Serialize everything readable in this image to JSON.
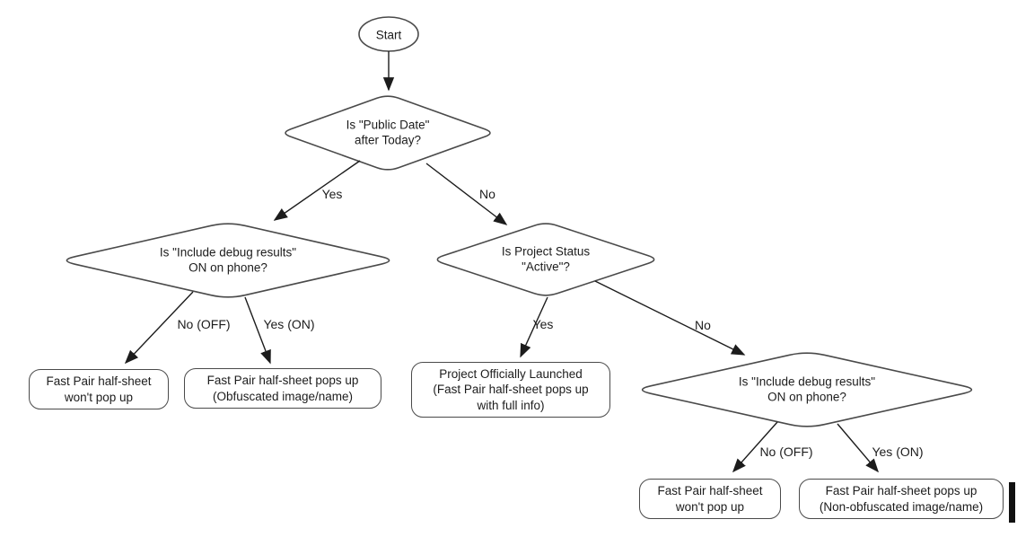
{
  "nodes": {
    "start": {
      "label": "Start"
    },
    "q_public_date": {
      "label": "Is \"Public Date\"\nafter Today?"
    },
    "q_debug_left": {
      "label": "Is \"Include debug results\"\nON on phone?"
    },
    "q_project_status": {
      "label": "Is Project Status\n\"Active\"?"
    },
    "q_debug_right": {
      "label": "Is \"Include debug results\"\nON on phone?"
    },
    "r_wont_popup_left": {
      "label": "Fast Pair half-sheet\nwon't pop up"
    },
    "r_obfuscated": {
      "label": "Fast Pair half-sheet pops up\n(Obfuscated image/name)"
    },
    "r_launched": {
      "label": "Project Officially Launched\n(Fast Pair half-sheet pops up\nwith full info)"
    },
    "r_wont_popup_right": {
      "label": "Fast Pair half-sheet\nwon't pop up"
    },
    "r_non_obfuscated": {
      "label": "Fast Pair half-sheet pops up\n(Non-obfuscated image/name)"
    }
  },
  "edge_labels": {
    "yes_top": "Yes",
    "no_top": "No",
    "no_off_left": "No (OFF)",
    "yes_on_left": "Yes (ON)",
    "yes_status": "Yes",
    "no_status": "No",
    "no_off_right": "No (OFF)",
    "yes_on_right": "Yes (ON)"
  },
  "colors": {
    "shape_stroke": "#4a4a4a",
    "arrow": "#1c1c1c",
    "text": "#1c1c1c",
    "background": "#ffffff"
  }
}
